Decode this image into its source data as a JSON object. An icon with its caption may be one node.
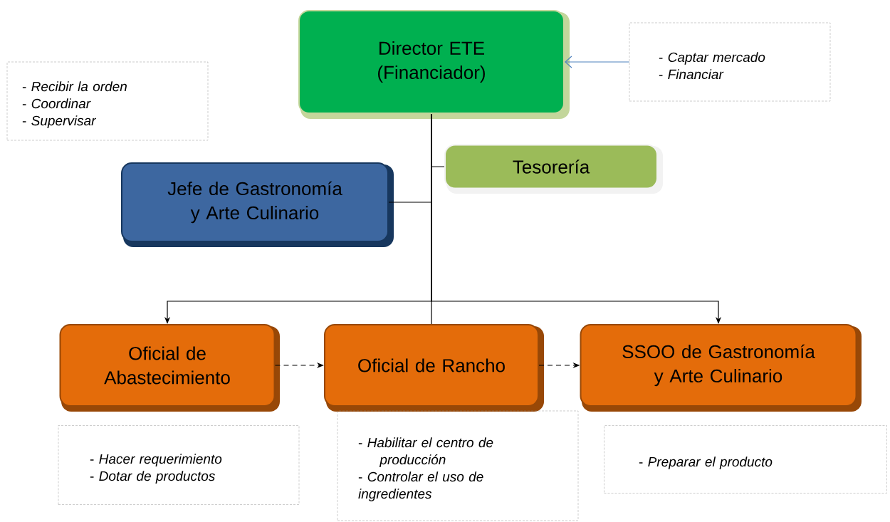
{
  "diagram": {
    "nodes": [
      {
        "text": [
          "Director ETE (Financiador)"
        ]
      },
      {
        "text": [
          "- *Recibir la orden*",
          "- *Coordinar*",
          "- *Supervisar*"
        ]
      },
      {
        "text": [
          "- *Captar mercado*",
          "- *Financiar*"
        ]
      },
      {
        "text": [
          "Tesorería"
        ]
      },
      {
        "text": [
          "Jefe de Gastronomía y Arte Culinario"
        ]
      },
      {
        "text": [
          "Oficial de Abastecimiento"
        ]
      },
      {
        "text": [
          "Oficial de Rancho"
        ]
      },
      {
        "text": [
          "SSOO de Gastronomía y Arte Culinario"
        ]
      },
      {
        "text": [
          "- *Hacer requerimiento*",
          "- *Dotar de productos*"
        ]
      },
      {
        "text": [
          "- *Habilitar el centro de producción*",
          "- *Controlar el uso de ingredientes*"
        ]
      },
      {
        "text": [
          "- *Preparar el producto*"
        ]
      }
    ],
    "edges": [
      {
        "from": 2,
        "to": 0,
        "arrow": "to",
        "color": "#4f81bd"
      },
      {
        "from": 0,
        "to": 3,
        "arrow": "none"
      },
      {
        "from": 0,
        "to": 4,
        "arrow": "none"
      },
      {
        "from": 0,
        "to": 6,
        "arrow": "none"
      },
      {
        "from": 0,
        "to": 5,
        "arrow": "to"
      },
      {
        "from": 0,
        "to": 7,
        "arrow": "to"
      },
      {
        "from": 5,
        "to": 6,
        "arrow": "to",
        "style": "dashed"
      },
      {
        "from": 6,
        "to": 7,
        "arrow": "to",
        "style": "dashed"
      }
    ]
  }
}
